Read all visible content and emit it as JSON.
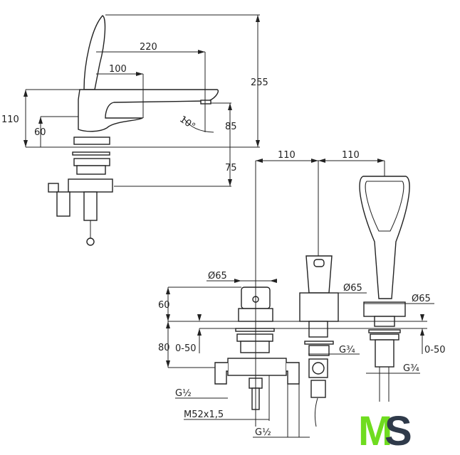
{
  "side_view": {
    "dims": {
      "reach_outer": "220",
      "reach_inner": "100",
      "total_height": "255",
      "body_height": "110",
      "lever_height": "60",
      "angle": "10°",
      "spout_height": "85",
      "below_deck": "75"
    }
  },
  "front_view": {
    "spacing": [
      "110",
      "110"
    ],
    "diameters": [
      "Ø65",
      "Ø65",
      "Ø65"
    ],
    "dims": {
      "mixer_height": "60",
      "mixer_below": "80",
      "deck_range_left": "0-50",
      "deck_range_right": "0-50",
      "spout_thread": "G¾",
      "shower_thread": "G¾",
      "inlet_thread_left": "G½",
      "mount_thread": "M52x1,5",
      "inlet_thread_right": "G½"
    }
  },
  "logo": {
    "text_m": "M",
    "text_s": "S",
    "color_m": "#6fdc1f",
    "color_s": "#2f3a4a"
  }
}
